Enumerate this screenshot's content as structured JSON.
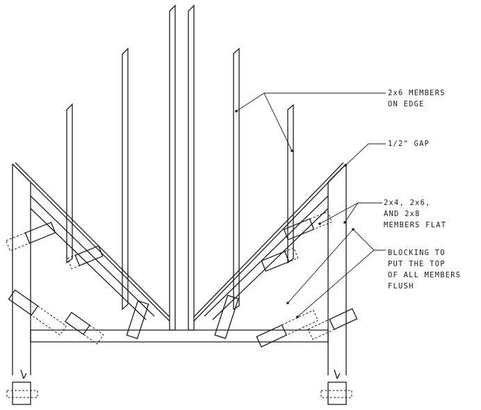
{
  "callouts": {
    "members_on_edge": {
      "lines": [
        "2x6 MEMBERS",
        "ON EDGE"
      ]
    },
    "gap": {
      "lines": [
        "1/2\" GAP"
      ]
    },
    "members_flat": {
      "lines": [
        "2x4, 2x6,",
        "AND 2x8",
        "MEMBERS FLAT"
      ]
    },
    "blocking": {
      "lines": [
        "BLOCKING TO",
        "PUT THE TOP",
        "OF ALL MEMBERS",
        "FLUSH"
      ]
    }
  }
}
